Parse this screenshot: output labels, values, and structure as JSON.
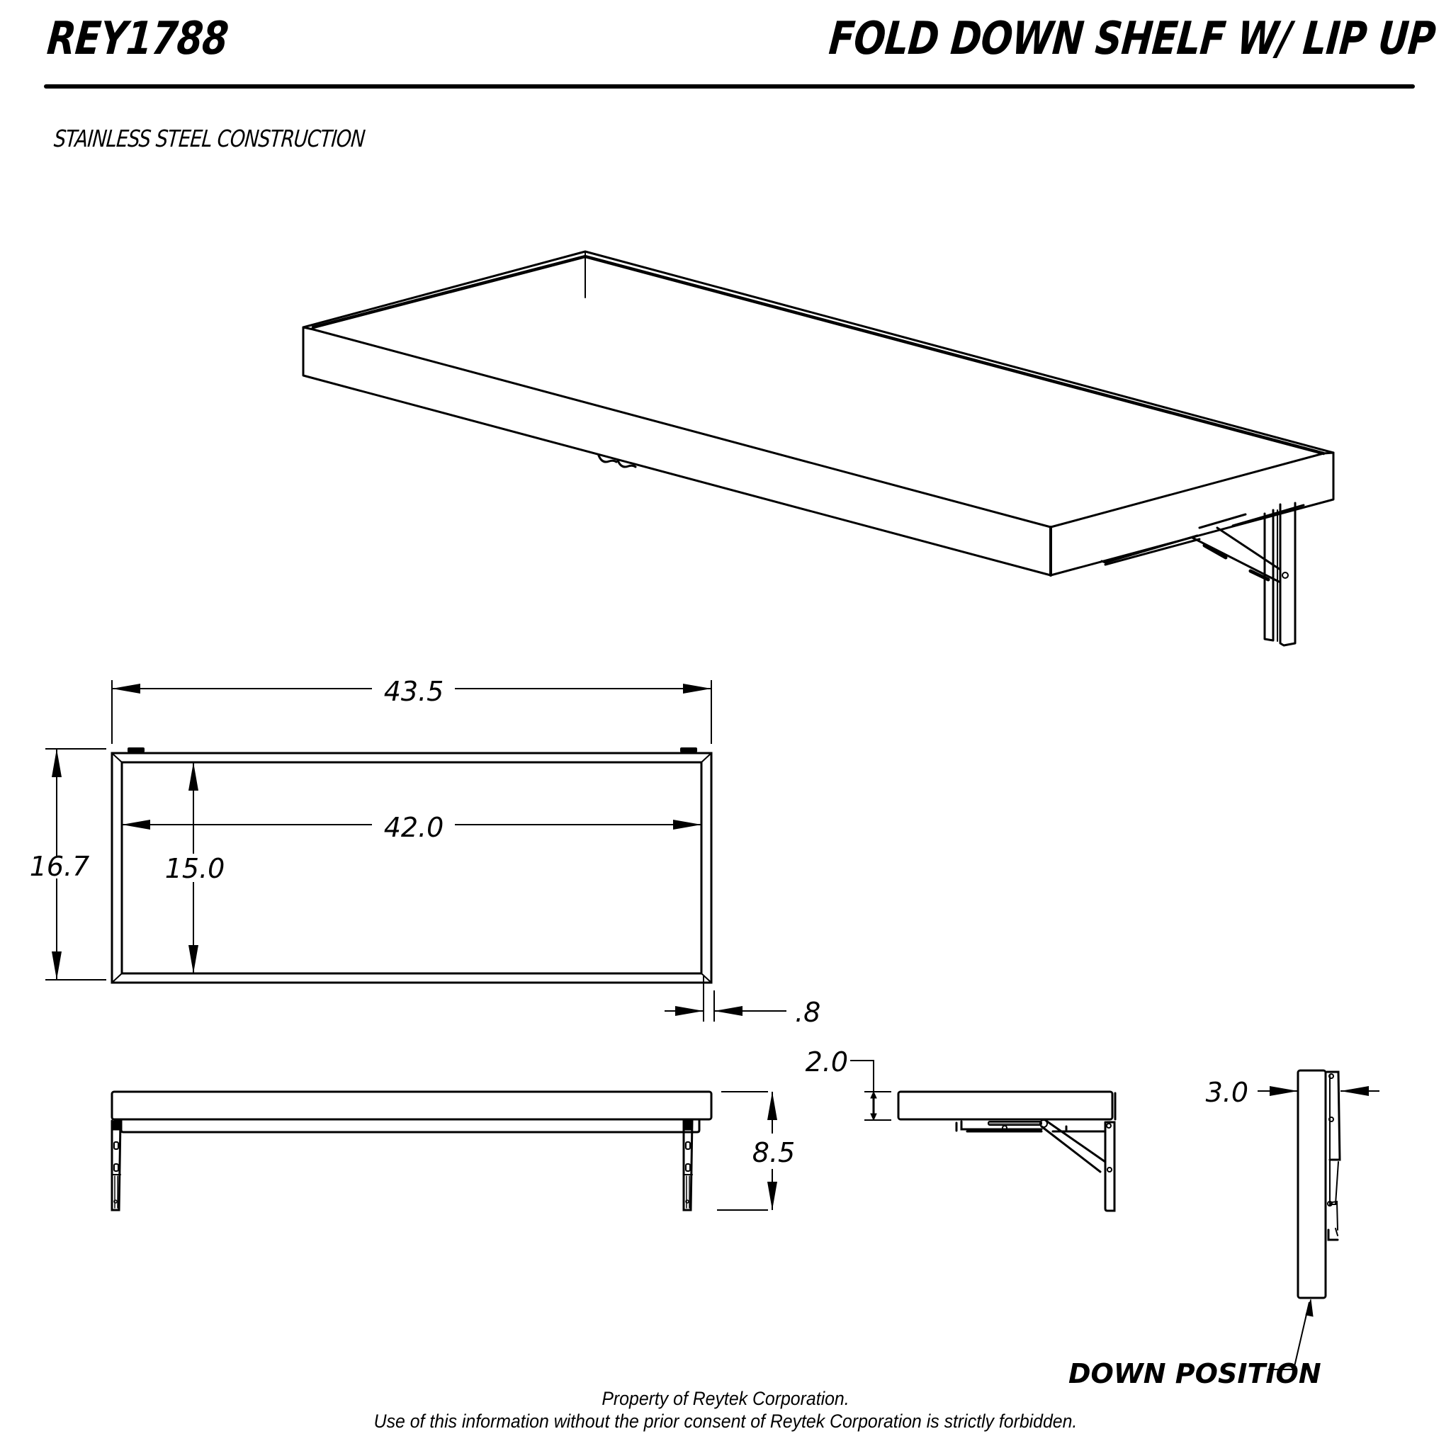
{
  "header": {
    "part_number": "REY1788",
    "title": "FOLD DOWN SHELF W/ LIP UP"
  },
  "notes": {
    "material": "STAINLESS STEEL CONSTRUCTION",
    "down_position_label": "DOWN POSITION"
  },
  "dimensions": {
    "overall_width": "43.5",
    "inner_width": "42.0",
    "overall_depth": "16.7",
    "inner_depth": "15.0",
    "lip_thickness": ".8",
    "overall_height": "8.5",
    "shelf_thickness": "2.0",
    "folded_depth": "3.0"
  },
  "views": {
    "isometric": "isometric-view",
    "top": "top-view",
    "front": "front-view",
    "side": "side-view",
    "folded_side": "folded-side-view"
  },
  "footer": {
    "line1": "Property of Reytek Corporation.",
    "line2": "Use of this information without the prior consent of Reytek Corporation is strictly forbidden."
  }
}
